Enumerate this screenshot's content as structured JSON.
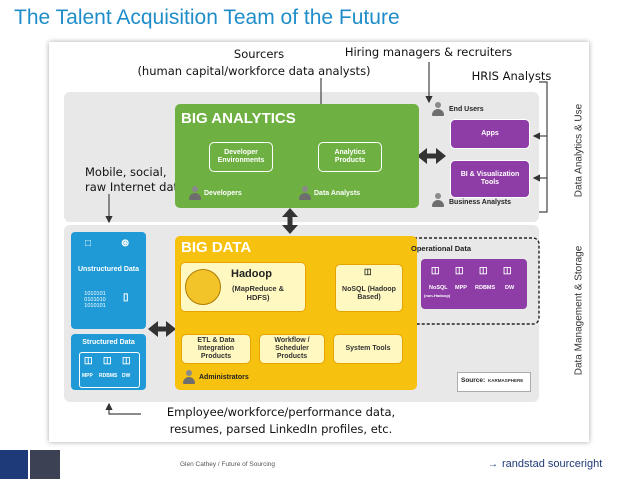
{
  "slide": {
    "title": "The Talent Acquisition Team of the Future"
  },
  "labels": {
    "sourcers_1": "Sourcers",
    "sourcers_2": "(human capital/workforce data analysts)",
    "hiring": "Hiring managers & recruiters",
    "hris": "HRIS Analysts",
    "mobile_1": "Mobile, social,",
    "mobile_2": "raw Internet data",
    "employee_1": "Employee/workforce/performance data,",
    "employee_2": "resumes, parsed LinkedIn profiles, etc."
  },
  "side_labels": {
    "top": "Data Analytics & Use",
    "bottom": "Data Management & Storage"
  },
  "big_analytics": {
    "title": "BIG ANALYTICS",
    "dev_env": "Developer Environments",
    "analytics_products": "Analytics Products",
    "developers": "Developers",
    "data_analysts": "Data Analysts"
  },
  "right_top": {
    "end_users": "End Users",
    "apps": "Apps",
    "bi_tools": "BI & Visualization Tools",
    "business_analysts": "Business Analysts"
  },
  "big_data": {
    "title": "BIG DATA",
    "hadoop": "Hadoop",
    "hadoop_sub": "(MapReduce & HDFS)",
    "nosql": "NoSQL (Hadoop Based)",
    "etl": "ETL & Data Integration Products",
    "workflow": "Workflow / Scheduler Products",
    "system_tools": "System Tools",
    "administrators": "Administrators"
  },
  "operational": {
    "title": "Operational Data",
    "nosql": "NoSQL",
    "nosql_sub": "(non-Hadoop)",
    "mpp": "MPP",
    "rdbms": "RDBMS",
    "dw": "DW"
  },
  "unstructured": {
    "title": "Unstructured Data",
    "binary": "1010101 0101010 1010101"
  },
  "structured": {
    "title": "Structured Data",
    "mpp": "MPP",
    "rdbms": "RDBMS",
    "dw": "DW"
  },
  "source": {
    "label": "Source:",
    "brand": "KARMASPHERE"
  },
  "footer": {
    "credit": "Glen Cathey / Future of Sourcing",
    "brand": "randstad sourceright"
  },
  "colors": {
    "title_blue": "#1f8dc9",
    "green": "#6fb043",
    "yellow": "#f7c20f",
    "purple": "#8e3ca6",
    "blue": "#1f9ad6",
    "footer_navy": "#1e3a78"
  }
}
